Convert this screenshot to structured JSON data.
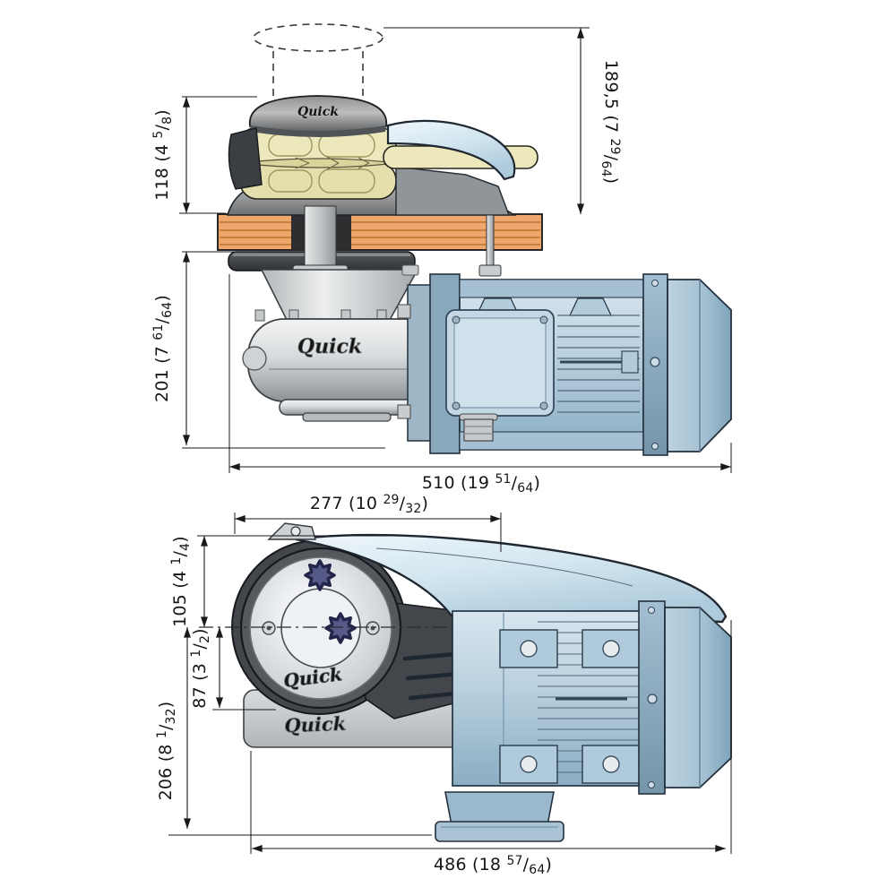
{
  "brand": {
    "logo_text": "Quick"
  },
  "drawing": {
    "type": "windlass-dimensional-drawing",
    "views": {
      "side_view_present": true,
      "plan_view_present": true
    }
  },
  "colors": {
    "deck_wood": "#eda66b",
    "deck_grain": "#c8803f",
    "gypsy_bronze": "#ece8bc",
    "motor_blue": "#b9d0de",
    "gloss_cover": "#dcebf4",
    "knob_blue": "#565a89",
    "dim_line": "#1a1a1a"
  },
  "dimensions": {
    "d118": {
      "pre": "118 (4 ",
      "sup": "5",
      "slash": "/",
      "sub": "8",
      "post": ")"
    },
    "d189_5": {
      "pre": "189,5 (7 ",
      "sup": "29",
      "slash": "/",
      "sub": "64",
      "post": ")"
    },
    "d201": {
      "pre": "201 (7 ",
      "sup": "61",
      "slash": "/",
      "sub": "64",
      "post": ")"
    },
    "d510": {
      "pre": "510 (19 ",
      "sup": "51",
      "slash": "/",
      "sub": "64",
      "post": ")"
    },
    "d277": {
      "pre": "277 (10 ",
      "sup": "29",
      "slash": "/",
      "sub": "32",
      "post": ")"
    },
    "d105": {
      "pre": "105 (4 ",
      "sup": "1",
      "slash": "/",
      "sub": "4",
      "post": ")"
    },
    "d87": {
      "pre": "87 (3 ",
      "sup": "1",
      "slash": "/",
      "sub": "2",
      "post": ")"
    },
    "d206": {
      "pre": "206 (8 ",
      "sup": "1",
      "slash": "/",
      "sub": "32",
      "post": ")"
    },
    "d486": {
      "pre": "486 (18 ",
      "sup": "57",
      "slash": "/",
      "sub": "64",
      "post": ")"
    }
  }
}
